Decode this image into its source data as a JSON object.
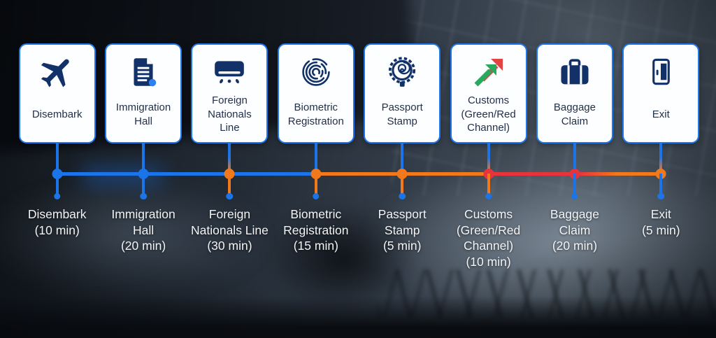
{
  "palette": {
    "blue": "#1b74e8",
    "orange": "#f2791b",
    "red": "#e8333c",
    "card_border": "#1f78eb",
    "icon_navy": "#123169",
    "doc_dot_blue": "#2f80f0",
    "customs_green": "#27aa5c",
    "customs_red": "#e24444",
    "card_text": "#223049",
    "label_text": "#f2f4f6"
  },
  "timeline": {
    "line_stops": [
      {
        "pos": 0,
        "color": "blue"
      },
      {
        "pos": 42.4,
        "color": "blue"
      },
      {
        "pos": 43.4,
        "color": "orange"
      },
      {
        "pos": 71.0,
        "color": "orange"
      },
      {
        "pos": 71.9,
        "color": "red"
      },
      {
        "pos": 86.5,
        "color": "red"
      },
      {
        "pos": 93.0,
        "color": "orange"
      },
      {
        "pos": 100,
        "color": "orange"
      }
    ]
  },
  "steps": [
    {
      "card_label": "Disembark",
      "icon": "airplane-icon",
      "dot": "blue",
      "stem_top": "blue",
      "stem_bottom": "blue",
      "time_label": "Disembark\n(10 min)"
    },
    {
      "card_label": "Immigration\nHall",
      "icon": "immigration-document-icon",
      "dot": "blue",
      "stem_top": "blue",
      "stem_bottom": "blue",
      "time_label": "Immigration\nHall\n(20 min)"
    },
    {
      "card_label": "Foreign\nNationals\nLine",
      "icon": "counter-sign-icon",
      "dot": "orange",
      "stem_top": "blue-orange",
      "stem_bottom": "orange",
      "time_label": "Foreign\nNationals Line\n(30 min)"
    },
    {
      "card_label": "Biometric\nRegistration",
      "icon": "fingerprint-icon",
      "dot": "orange",
      "stem_top": "blue",
      "stem_bottom": "orange",
      "time_label": "Biometric\nRegistration\n(15 min)"
    },
    {
      "card_label": "Passport\nStamp",
      "icon": "passport-stamp-icon",
      "dot": "orange",
      "stem_top": "blue",
      "stem_bottom": "orange",
      "time_label": "Passport\nStamp\n(5 min)"
    },
    {
      "card_label": "Customs\n(Green/Red\nChannel)",
      "icon": "customs-arrows-icon",
      "dot": "red",
      "stem_top": "blue-orange",
      "stem_bottom": "orange",
      "time_label": "Customs\n(Green/Red\nChannel)\n(10 min)"
    },
    {
      "card_label": "Baggage\nClaim",
      "icon": "suitcase-icon",
      "dot": "red",
      "stem_top": "blue",
      "stem_bottom": "blue",
      "time_label": "Baggage\nClaim\n(20 min)"
    },
    {
      "card_label": "Exit",
      "icon": "door-icon",
      "dot": "orange",
      "stem_top": "blue-orange",
      "stem_bottom": "blue",
      "time_label": "Exit\n(5 min)"
    }
  ]
}
